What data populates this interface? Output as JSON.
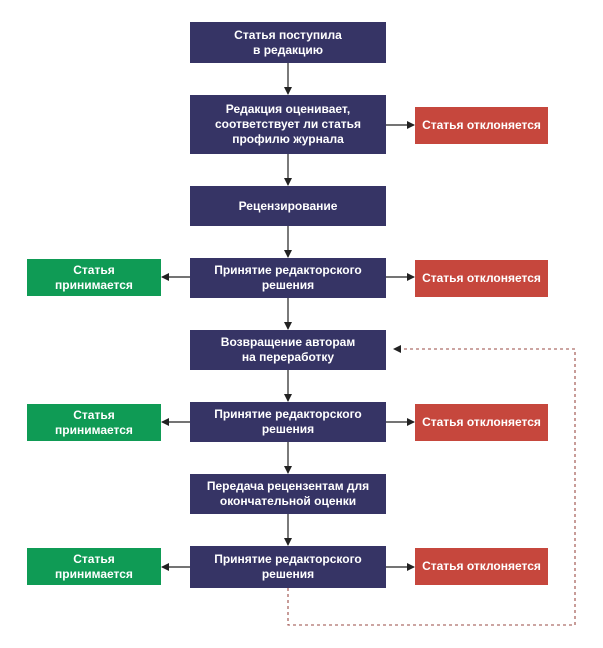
{
  "colors": {
    "step": "#363465",
    "reject": "#c6473d",
    "accept": "#0f9b55",
    "arrow": "#222222",
    "loop": "#9a4b45"
  },
  "steps": [
    {
      "id": "received",
      "text": "Статья поступила\nв редакцию"
    },
    {
      "id": "profile-check",
      "text": "Редакция оценивает,\nсоответствует ли статья\nпрофилю журнала"
    },
    {
      "id": "review",
      "text": "Рецензирование"
    },
    {
      "id": "decision-1",
      "text": "Принятие редакторского\nрешения"
    },
    {
      "id": "revision",
      "text": "Возвращение авторам\nна переработку"
    },
    {
      "id": "decision-2",
      "text": "Принятие редакторского\nрешения"
    },
    {
      "id": "final-review",
      "text": "Передача рецензентам для\nокончательной оценки"
    },
    {
      "id": "decision-3",
      "text": "Принятие редакторского\nрешения"
    }
  ],
  "outcomes": {
    "reject_label": "Статья отклоняется",
    "accept_label": "Статья принимается"
  }
}
